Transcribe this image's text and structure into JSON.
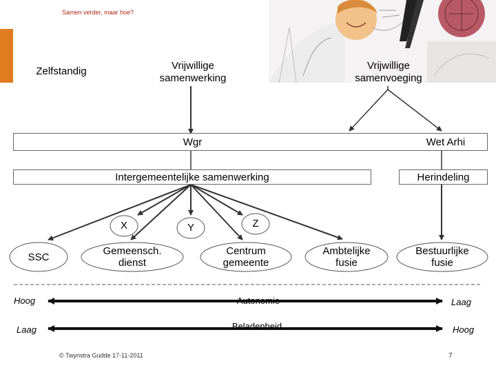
{
  "header": {
    "subtitle": "Samen verder, maar hoe?"
  },
  "top_row": {
    "zelfstandig": "Zelfstandig",
    "vrijwillige_samenwerking": [
      "Vrijwillige",
      "samenwerking"
    ],
    "vrijwillige_samenvoeging": [
      "Vrijwillige",
      "samenvoeging"
    ]
  },
  "bars": {
    "wgr": "Wgr",
    "wet_arhi": "Wet Arhi",
    "intergemeentelijk": "Intergemeentelijke samenwerking",
    "herindeling": "Herindeling"
  },
  "forms": {
    "x": "X",
    "y": "Y",
    "z": "Z",
    "ssc": "SSC",
    "gemeensch_dienst": [
      "Gemeensch.",
      "dienst"
    ],
    "centrum_gemeente": [
      "Centrum",
      "gemeente"
    ],
    "ambtelijke_fusie": [
      "Ambtelijke",
      "fusie"
    ],
    "bestuurlijke_fusie": [
      "Bestuurlijke",
      "fusie"
    ]
  },
  "scales": {
    "autonomie": {
      "label": "Autonomie",
      "left": "Hoog",
      "right": "Laag"
    },
    "beladenheid": {
      "label": "Beladenheid",
      "left": "Laag",
      "right": "Hoog"
    }
  },
  "footer": {
    "copyright": "© Twynstra Gudde 17-11-2011",
    "page": "7"
  },
  "colors": {
    "accent": "#e07b1f",
    "scale_bar": "#111111",
    "subtitle": "#b0281c"
  }
}
